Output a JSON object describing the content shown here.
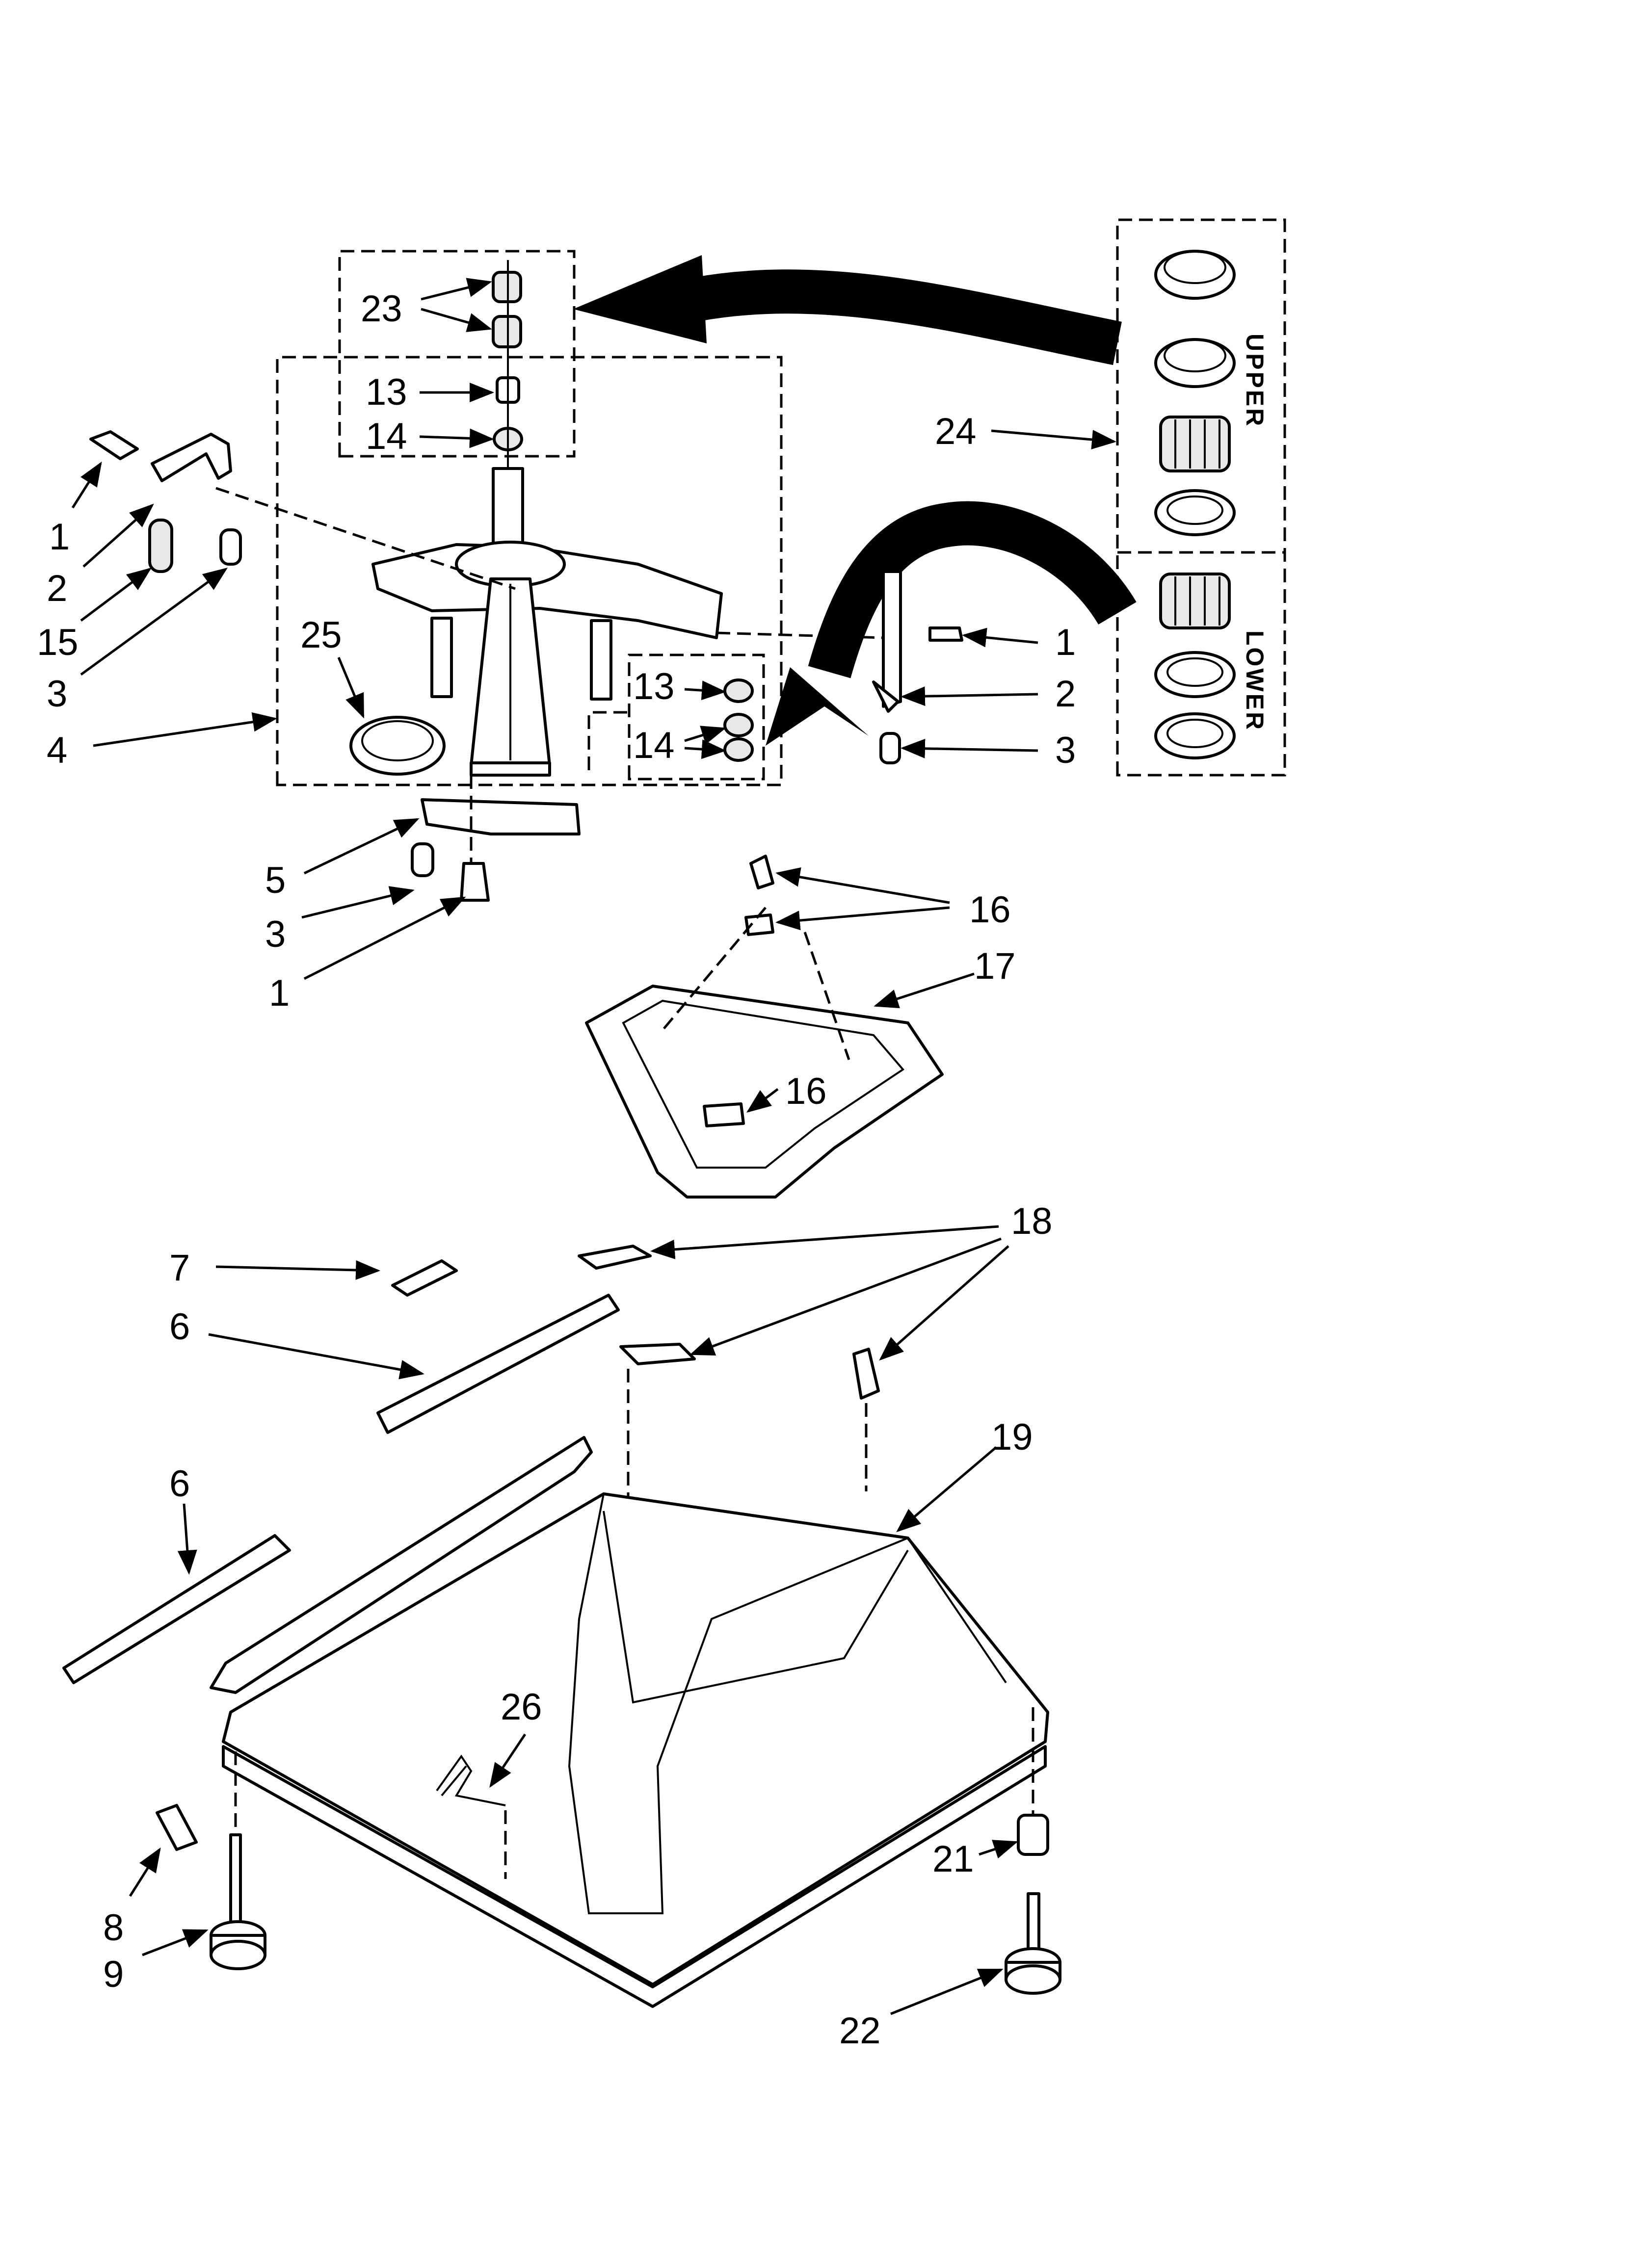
{
  "diagram": {
    "callouts": {
      "c23": "23",
      "c13a": "13",
      "c14a": "14",
      "c1a": "1",
      "c2a": "2",
      "c15": "15",
      "c3a": "3",
      "c25": "25",
      "c4": "4",
      "c13b": "13",
      "c14b": "14",
      "c1b": "1",
      "c2b": "2",
      "c3b": "3",
      "c24": "24",
      "c5": "5",
      "c3c": "3",
      "c1c": "1",
      "c16a": "16",
      "c17": "17",
      "c16b": "16",
      "c18": "18",
      "c7": "7",
      "c6a": "6",
      "c6b": "6",
      "c19": "19",
      "c26": "26",
      "c8": "8",
      "c9": "9",
      "c21": "21",
      "c22": "22"
    },
    "kit_labels": {
      "upper": "UPPER",
      "lower": "LOWER"
    }
  }
}
